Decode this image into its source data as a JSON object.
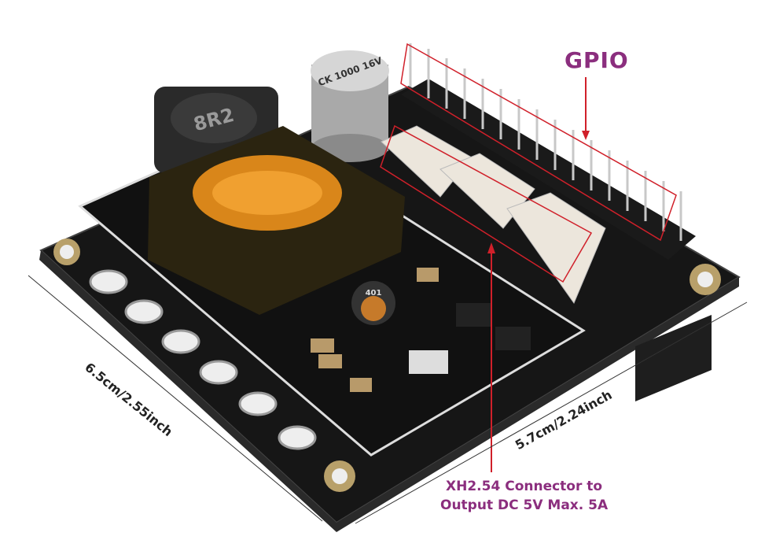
{
  "annotations": {
    "gpio_label": "GPIO",
    "connector_label_line1": "XH2.54 Connector to",
    "connector_label_line2": "Output DC 5V Max. 5A",
    "width_dimension": "6.5cm/2.55inch",
    "depth_dimension": "5.7cm/2.24inch"
  },
  "component_markings": [
    "8R2",
    "CK 1000 16V",
    "401"
  ],
  "colors": {
    "annotation_text": "#8b2e7e",
    "highlight": "#d0202a",
    "pcb": "#1a1a1a"
  }
}
